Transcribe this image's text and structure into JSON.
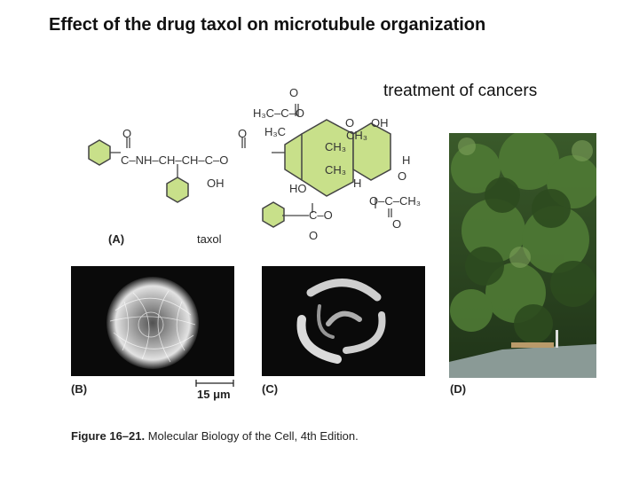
{
  "slide": {
    "title": "Effect of the drug taxol on microtubule organization",
    "subtitle": "treatment of cancers"
  },
  "figure": {
    "panel_a_label": "(A)",
    "panel_a_name": "taxol",
    "panel_b_label": "(B)",
    "panel_c_label": "(C)",
    "panel_d_label": "(D)",
    "scale_bar": "15 μm",
    "caption_bold": "Figure 16–21.",
    "caption_rest": " Molecular Biology of the Cell, 4th Edition."
  },
  "structure_text": {
    "o_top": "O",
    "h3c_top": "H₃C–C–O",
    "h3c_ring": "H₃C",
    "o_ketone": "O",
    "oh_top": "OH",
    "ch3_a": "CH₃",
    "ch3_b": "CH₃",
    "ch3_c": "CH₃",
    "h_right": "H",
    "o_right": "O",
    "chain": "C–NH–CH–CH–C–O",
    "o_chain1": "O",
    "o_chain2": "O",
    "oh_chain": "OH",
    "ho": "HO",
    "h_ring": "H",
    "acetate": "O–C–CH₃",
    "o_acetate": "O",
    "benzoate": "C–O",
    "o_benzoate": "O"
  },
  "colors": {
    "ring_fill": "#c8e08a",
    "line": "#444444",
    "micrograph_bg": "#0a0a0a",
    "forest_dark": "#1f3318"
  }
}
